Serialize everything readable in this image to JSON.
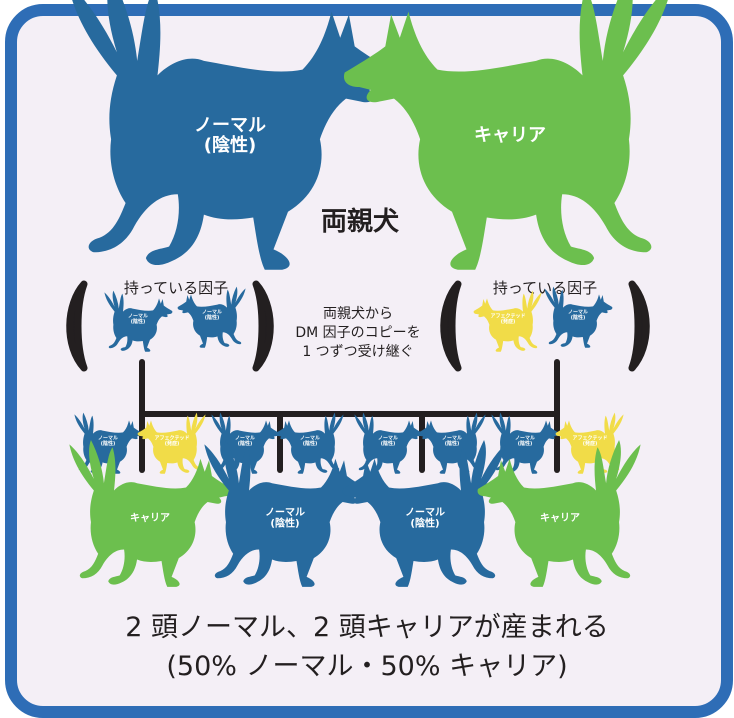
{
  "title": "両親犬",
  "colors": {
    "frame": "#2e6db6",
    "background": "#f4eff6",
    "normal": "#276a9e",
    "carrier": "#6cbf4e",
    "affected": "#f1dc48",
    "line": "#231f20"
  },
  "parents": {
    "left": {
      "label_line1": "ノーマル",
      "label_line2": "(陰性)"
    },
    "right": {
      "label_line1": "キャリア"
    }
  },
  "factor_boxes": {
    "left_title": "持っている因子",
    "right_title": "持っている因子",
    "left_factors": [
      {
        "type": "normal",
        "line1": "ノーマル",
        "line2": "(陰性)"
      },
      {
        "type": "normal",
        "line1": "ノーマル",
        "line2": "(陰性)"
      }
    ],
    "right_factors": [
      {
        "type": "affected",
        "line1": "アフェクテッド",
        "line2": "(発症)"
      },
      {
        "type": "normal",
        "line1": "ノーマル",
        "line2": "(陰性)"
      }
    ]
  },
  "inheritance_note": [
    "両親犬から",
    "DM 因子のコピーを",
    "1 つずつ受け継ぐ"
  ],
  "pair_factors": [
    {
      "type": "normal",
      "line1": "ノーマル",
      "line2": "(陰性)"
    },
    {
      "type": "affected",
      "line1": "アフェクテッド",
      "line2": "(発症)"
    },
    {
      "type": "normal",
      "line1": "ノーマル",
      "line2": "(陰性)"
    },
    {
      "type": "normal",
      "line1": "ノーマル",
      "line2": "(陰性)"
    },
    {
      "type": "normal",
      "line1": "ノーマル",
      "line2": "(陰性)"
    },
    {
      "type": "normal",
      "line1": "ノーマル",
      "line2": "(陰性)"
    },
    {
      "type": "normal",
      "line1": "ノーマル",
      "line2": "(陰性)"
    },
    {
      "type": "affected",
      "line1": "アフェクテッド",
      "line2": "(発症)"
    }
  ],
  "offspring": [
    {
      "type": "carrier",
      "line1": "キャリア",
      "line2": ""
    },
    {
      "type": "normal",
      "line1": "ノーマル",
      "line2": "(陰性)"
    },
    {
      "type": "normal",
      "line1": "ノーマル",
      "line2": "(陰性)"
    },
    {
      "type": "carrier",
      "line1": "キャリア",
      "line2": ""
    }
  ],
  "caption": {
    "line1": "2 頭ノーマル、2 頭キャリアが産まれる",
    "line2": "(50% ノーマル・50% キャリア)"
  }
}
